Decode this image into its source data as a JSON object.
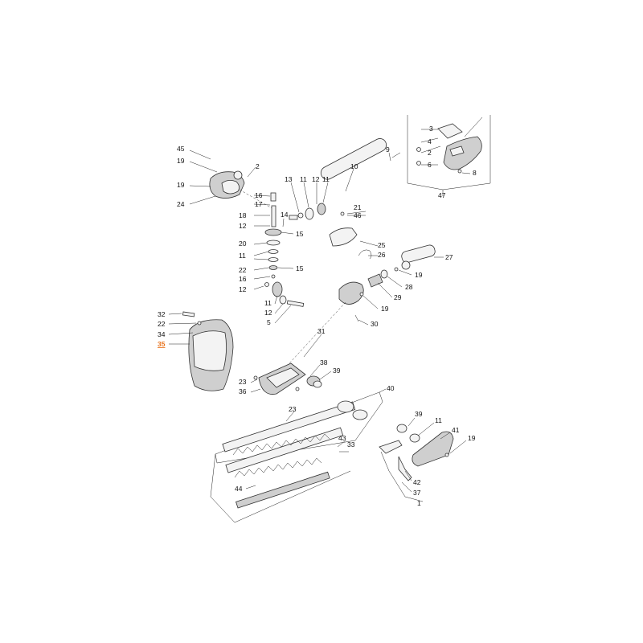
{
  "diagram": {
    "highlight_color": "#e8721c",
    "callouts": [
      "45",
      "19",
      "19",
      "24",
      "2",
      "16",
      "17",
      "18",
      "12",
      "14",
      "15",
      "13",
      "11",
      "12",
      "11",
      "10",
      "9",
      "20",
      "11",
      "15",
      "22",
      "16",
      "12",
      "11",
      "12",
      "5",
      "21",
      "46",
      "25",
      "26",
      "27",
      "19",
      "28",
      "29",
      "19",
      "30",
      "31",
      "32",
      "22",
      "34",
      "35",
      "38",
      "39",
      "23",
      "36",
      "40",
      "23",
      "43",
      "33",
      "44",
      "39",
      "11",
      "41",
      "19",
      "42",
      "37",
      "1",
      "3",
      "4",
      "2",
      "6",
      "8",
      "47"
    ],
    "highlighted_callout": "35"
  }
}
